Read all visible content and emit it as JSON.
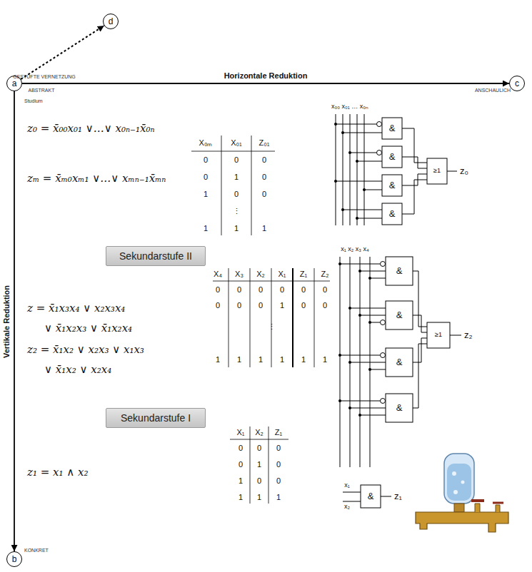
{
  "diagram": {
    "nodes": [
      {
        "text": [
          "a"
        ]
      },
      {
        "text": [
          "b"
        ]
      },
      {
        "text": [
          "c"
        ]
      },
      {
        "text": [
          "d"
        ]
      },
      {
        "text": [
          "Sekundarstufe II"
        ]
      },
      {
        "text": [
          "Sekundarstufe I"
        ]
      }
    ],
    "edges": [
      {
        "from": 0,
        "to": 2,
        "arrow": "to",
        "label": "Horizontale Reduktion"
      },
      {
        "from": 0,
        "to": 1,
        "arrow": "to",
        "label": "Vertikale Reduktion"
      },
      {
        "from": 0,
        "to": 3,
        "arrow": "to"
      }
    ],
    "labels": [
      "GESTUFTE VERNETZUNG",
      "ABSTRAKT",
      "ANSCHAULICH",
      "Studium",
      "KONKRET",
      "z₀ = x̄₀₀x₀₁ ∨…∨ x₀ₙ₋₁x̄₀ₙ",
      "zₘ = x̄ₘ₀xₘ₁ ∨…∨ xₘₙ₋₁x̄ₘₙ",
      "z = x̄₁x₃x₄ ∨ x₂x₃x₄",
      "∨ x̄₁x₂x₃ ∨ x̄₁x₂x₄",
      "z₂ = x̄₁x₂ ∨ x₂x₃ ∨ x₁x₃",
      "∨ x̄₁x₂ ∨ x₂x₄",
      "z₁ = x₁ ∧ x₂",
      "X₀ₘ",
      "X₀₁",
      "Z₀₁",
      "0",
      "0",
      "0",
      "0",
      "1",
      "0",
      "1",
      "0",
      "0",
      "⋮",
      "1",
      "1",
      "1",
      "X₄",
      "X₃",
      "X₂",
      "X₁",
      "Z₁",
      "Z₂",
      "0",
      "0",
      "0",
      "0",
      "0",
      "0",
      "0",
      "0",
      "0",
      "1",
      "0",
      "0",
      "⋮",
      "1",
      "1",
      "1",
      "1",
      "1",
      "1",
      "X₁",
      "X₂",
      "Z₁",
      "0",
      "0",
      "0",
      "0",
      "1",
      "0",
      "1",
      "0",
      "0",
      "1",
      "1",
      "1",
      "x₀₀ x₀₁ … x₀ₙ",
      "&",
      "&",
      "&",
      "&",
      "≥1",
      "z₀",
      "x₁ x₂ x₃ x₄",
      "&",
      "&",
      "&",
      "&",
      "≥1",
      "z₂",
      "x₁",
      "x₂",
      "&",
      "z₁"
    ]
  }
}
